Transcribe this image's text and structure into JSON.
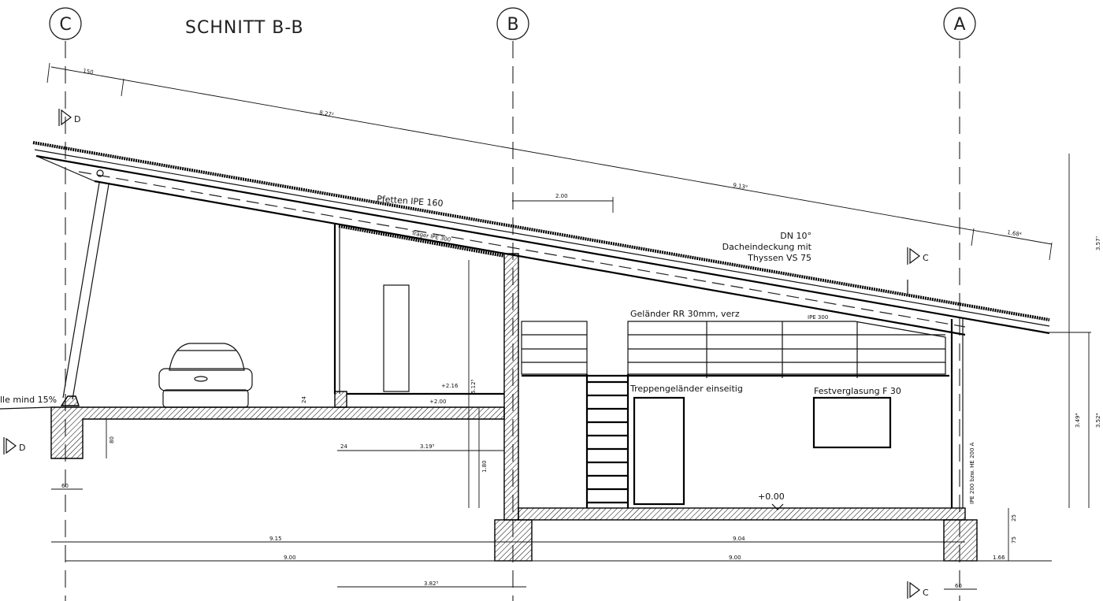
{
  "drawing": {
    "title": "SCHNITT B-B",
    "axes": [
      "C",
      "B",
      "A"
    ],
    "section_marks": [
      "D",
      "D",
      "C",
      "C"
    ],
    "labels": {
      "purlins": "Pfetten IPE 160",
      "beam": "Träger IPE 300",
      "roof_pitch": "DN 10°",
      "roofing_1": "Dacheindeckung mit",
      "roofing_2": "Thyssen VS 75",
      "railing": "Geländer RR 30mm, verz",
      "ipe300": "IPE 300",
      "stair_railing": "Treppengeländer einseitig",
      "glazing": "Festverglasung F 30",
      "column": "IPE 200 bzw. HE 200 A",
      "slope": "lle mind 15%",
      "level_0": "+0.00",
      "level_216": "+2.16",
      "level_200": "+2.00"
    },
    "dimensions": {
      "d150": "150",
      "d827": "8.27²",
      "d913": "9.13⁹",
      "d168": "1.68⁴",
      "d200": "2.00",
      "d357": "3.57⁷",
      "d349": "3.49⁴",
      "d352": "3.52⁴",
      "d512": "5.12⁵",
      "d80": "80",
      "d24": "24",
      "d319": "3.19⁵",
      "d180": "1.80",
      "d60a": "60",
      "d60b": "60",
      "d915": "9.15",
      "d904": "9.04",
      "d900a": "9.00",
      "d900b": "9.00",
      "d382": "3.82⁵",
      "d25": "25",
      "d75": "75",
      "d166": "1.66",
      "d24b": "24"
    }
  }
}
